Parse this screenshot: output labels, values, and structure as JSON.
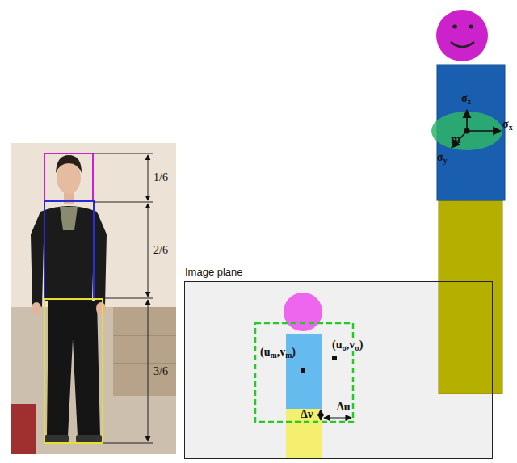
{
  "diagram": {
    "nodes": [
      {
        "text": [
          "Image plane"
        ]
      }
    ],
    "labels": [
      "1/6",
      "2/6",
      "3/6",
      "(um,vm)",
      "(uσ,vσ)",
      "Δu",
      "Δv",
      "σz",
      "σx",
      "σy",
      "m"
    ]
  }
}
